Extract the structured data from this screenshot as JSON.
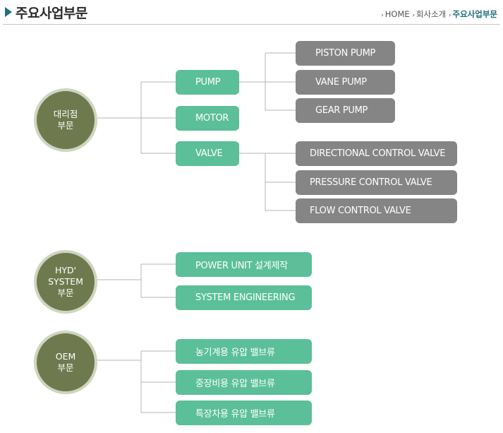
{
  "header": {
    "title": "주요사업부문",
    "breadcrumb": [
      "HOME",
      "회사소개",
      "주요사업부문"
    ]
  },
  "colors": {
    "circle": "#6e7a4e",
    "green_box": "#5bbf9a",
    "gray_box": "#858585",
    "accent": "#1f6e7a"
  },
  "groups": {
    "dealer": {
      "label_line1": "대리점",
      "label_line2": "부문",
      "items": [
        "PUMP",
        "MOTOR",
        "VALVE"
      ],
      "pump_types": [
        "PISTON PUMP",
        "VANE PUMP",
        "GEAR PUMP"
      ],
      "valve_types": [
        "DIRECTIONAL CONTROL VALVE",
        "PRESSURE CONTROL VALVE",
        "FLOW CONTROL VALVE"
      ]
    },
    "hyd": {
      "label_line1": "HYD'",
      "label_line2": "SYSTEM",
      "label_line3": "부문",
      "items": [
        "POWER UNIT 설계제작",
        "SYSTEM ENGINEERING"
      ]
    },
    "oem": {
      "label_line1": "OEM",
      "label_line2": "부문",
      "items": [
        "농기계용 유압 밸브류",
        "중장비용 유압 밸브류",
        "특장차용 유압 밸브류"
      ]
    }
  }
}
